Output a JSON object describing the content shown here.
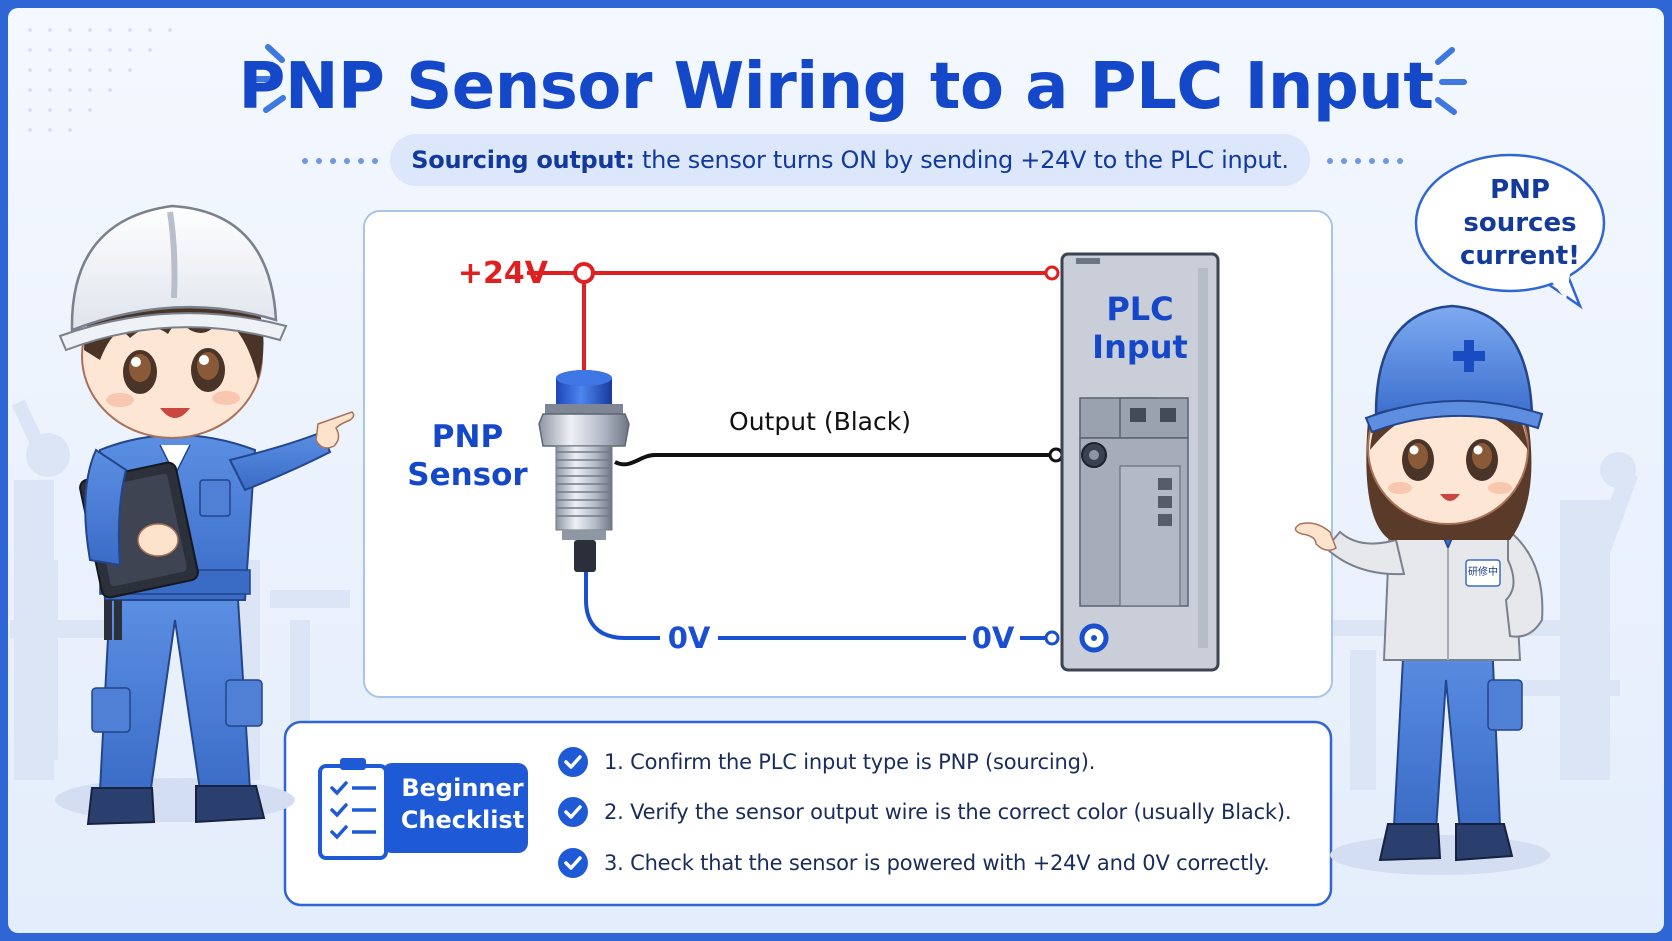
{
  "header": {
    "title": "PNP Sensor Wiring to a PLC Input",
    "subtitle_bold": "Sourcing output:",
    "subtitle_rest": " the sensor turns ON by sending +24V to the PLC input."
  },
  "diagram": {
    "supply_label": "+24V",
    "sensor_label_line1": "PNP",
    "sensor_label_line2": "Sensor",
    "output_wire_label": "Output (Black)",
    "plc_label_line1": "PLC",
    "plc_label_line2": "Input",
    "zero_v_left": "0V",
    "zero_v_right": "0V"
  },
  "speech_bubble": {
    "line1": "PNP",
    "line2": "sources",
    "line3": "current!"
  },
  "badge_text": "研修中",
  "checklist": {
    "title_line1": "Beginner",
    "title_line2": "Checklist",
    "items": [
      "1. Confirm the PLC input type is PNP (sourcing).",
      "2. Verify the sensor output wire is the correct color (usually Black).",
      "3. Check that the sensor is powered with +24V and 0V correctly."
    ]
  },
  "colors": {
    "brand_blue": "#1448c8",
    "wire_red": "#e02020",
    "wire_blue": "#1a4fd0",
    "wire_black": "#111111",
    "panel_border": "#8fb0ea",
    "check_blue": "#1f5ad6",
    "plc_gray": "#c9ced8"
  },
  "icons": [
    "clipboard-checklist-icon",
    "check-circle-icon",
    "hard-hat-icon",
    "speech-bubble-icon"
  ]
}
